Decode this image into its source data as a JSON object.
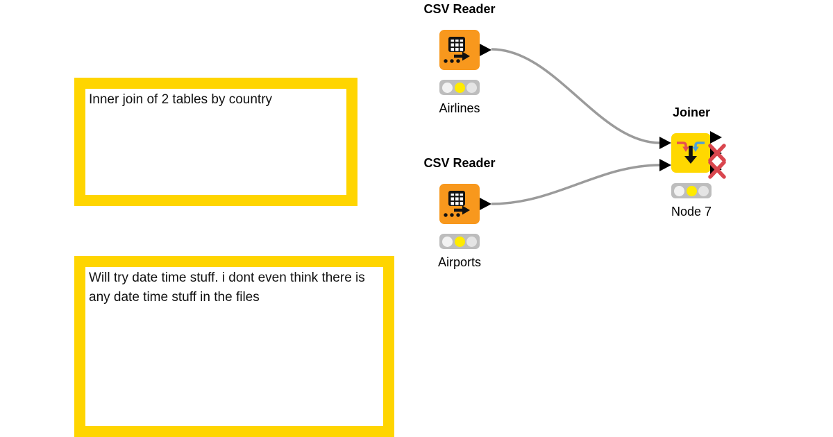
{
  "colors": {
    "node_orange": "#F8981D",
    "node_yellow": "#FFD800",
    "annotation_yellow": "#FFD500",
    "connection_gray": "#9B9B9B",
    "traffic_bg": "#BDBDBD",
    "lamp_on": "#FFEB00",
    "error_x": "#D9464E",
    "icon_red": "#E5524F",
    "icon_blue": "#4FA0D8"
  },
  "annotations": [
    {
      "text": "Inner join of 2 tables by country"
    },
    {
      "text": "Will try date time stuff. i dont even think there is any date time stuff in the files"
    }
  ],
  "nodes": [
    {
      "title": "CSV Reader",
      "label": "Airlines",
      "status_light": "yellow",
      "icon": "csv-reader-icon"
    },
    {
      "title": "CSV Reader",
      "label": "Airports",
      "status_light": "yellow",
      "icon": "joiner-icon"
    },
    {
      "title": "Joiner",
      "label": "Node 7",
      "status_light": "yellow",
      "icon": "joiner-icon",
      "inactive_output_ports": 2
    }
  ],
  "connections": [
    {
      "from": "Airlines output",
      "to": "Node 7 input 1"
    },
    {
      "from": "Airports output",
      "to": "Node 7 input 2"
    }
  ]
}
